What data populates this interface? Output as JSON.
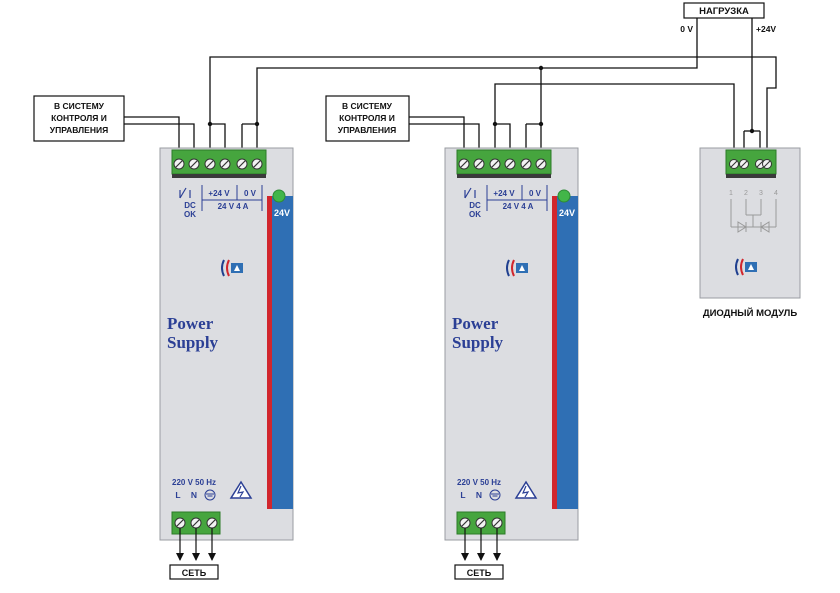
{
  "load": {
    "label": "НАГРУЗКА",
    "neg_label": "0 V",
    "pos_label": "+24V"
  },
  "units": [
    {
      "control_label": [
        "В СИСТЕМУ",
        "КОНТРОЛЯ И",
        "УПРАВЛЕНИЯ"
      ],
      "dc_ok": [
        "DC",
        "OK"
      ],
      "out_labels": {
        "plus": "+24 V",
        "zero": "0 V",
        "rating": "24 V  4 A"
      },
      "side_voltage": "24V",
      "title": [
        "Power",
        "Supply"
      ],
      "input_spec": "220 V  50 Hz",
      "input_terms": [
        "L",
        "N"
      ],
      "mains_label": "СЕТЬ"
    },
    {
      "control_label": [
        "В СИСТЕМУ",
        "КОНТРОЛЯ И",
        "УПРАВЛЕНИЯ"
      ],
      "dc_ok": [
        "DC",
        "OK"
      ],
      "out_labels": {
        "plus": "+24 V",
        "zero": "0 V",
        "rating": "24 V  4 A"
      },
      "side_voltage": "24V",
      "title": [
        "Power",
        "Supply"
      ],
      "input_spec": "220 V  50 Hz",
      "input_terms": [
        "L",
        "N"
      ],
      "mains_label": "СЕТЬ"
    }
  ],
  "diode_module": {
    "pins": [
      "1",
      "2",
      "3",
      "4"
    ],
    "label": "ДИОДНЫЙ МОДУЛЬ"
  },
  "colors": {
    "terminal": "#46a53e",
    "housing": "#dcdde1",
    "stripe_blue": "#2f6fb4",
    "stripe_red": "#d1262d",
    "led": "#42b649",
    "text_blue": "#2b3f95"
  }
}
